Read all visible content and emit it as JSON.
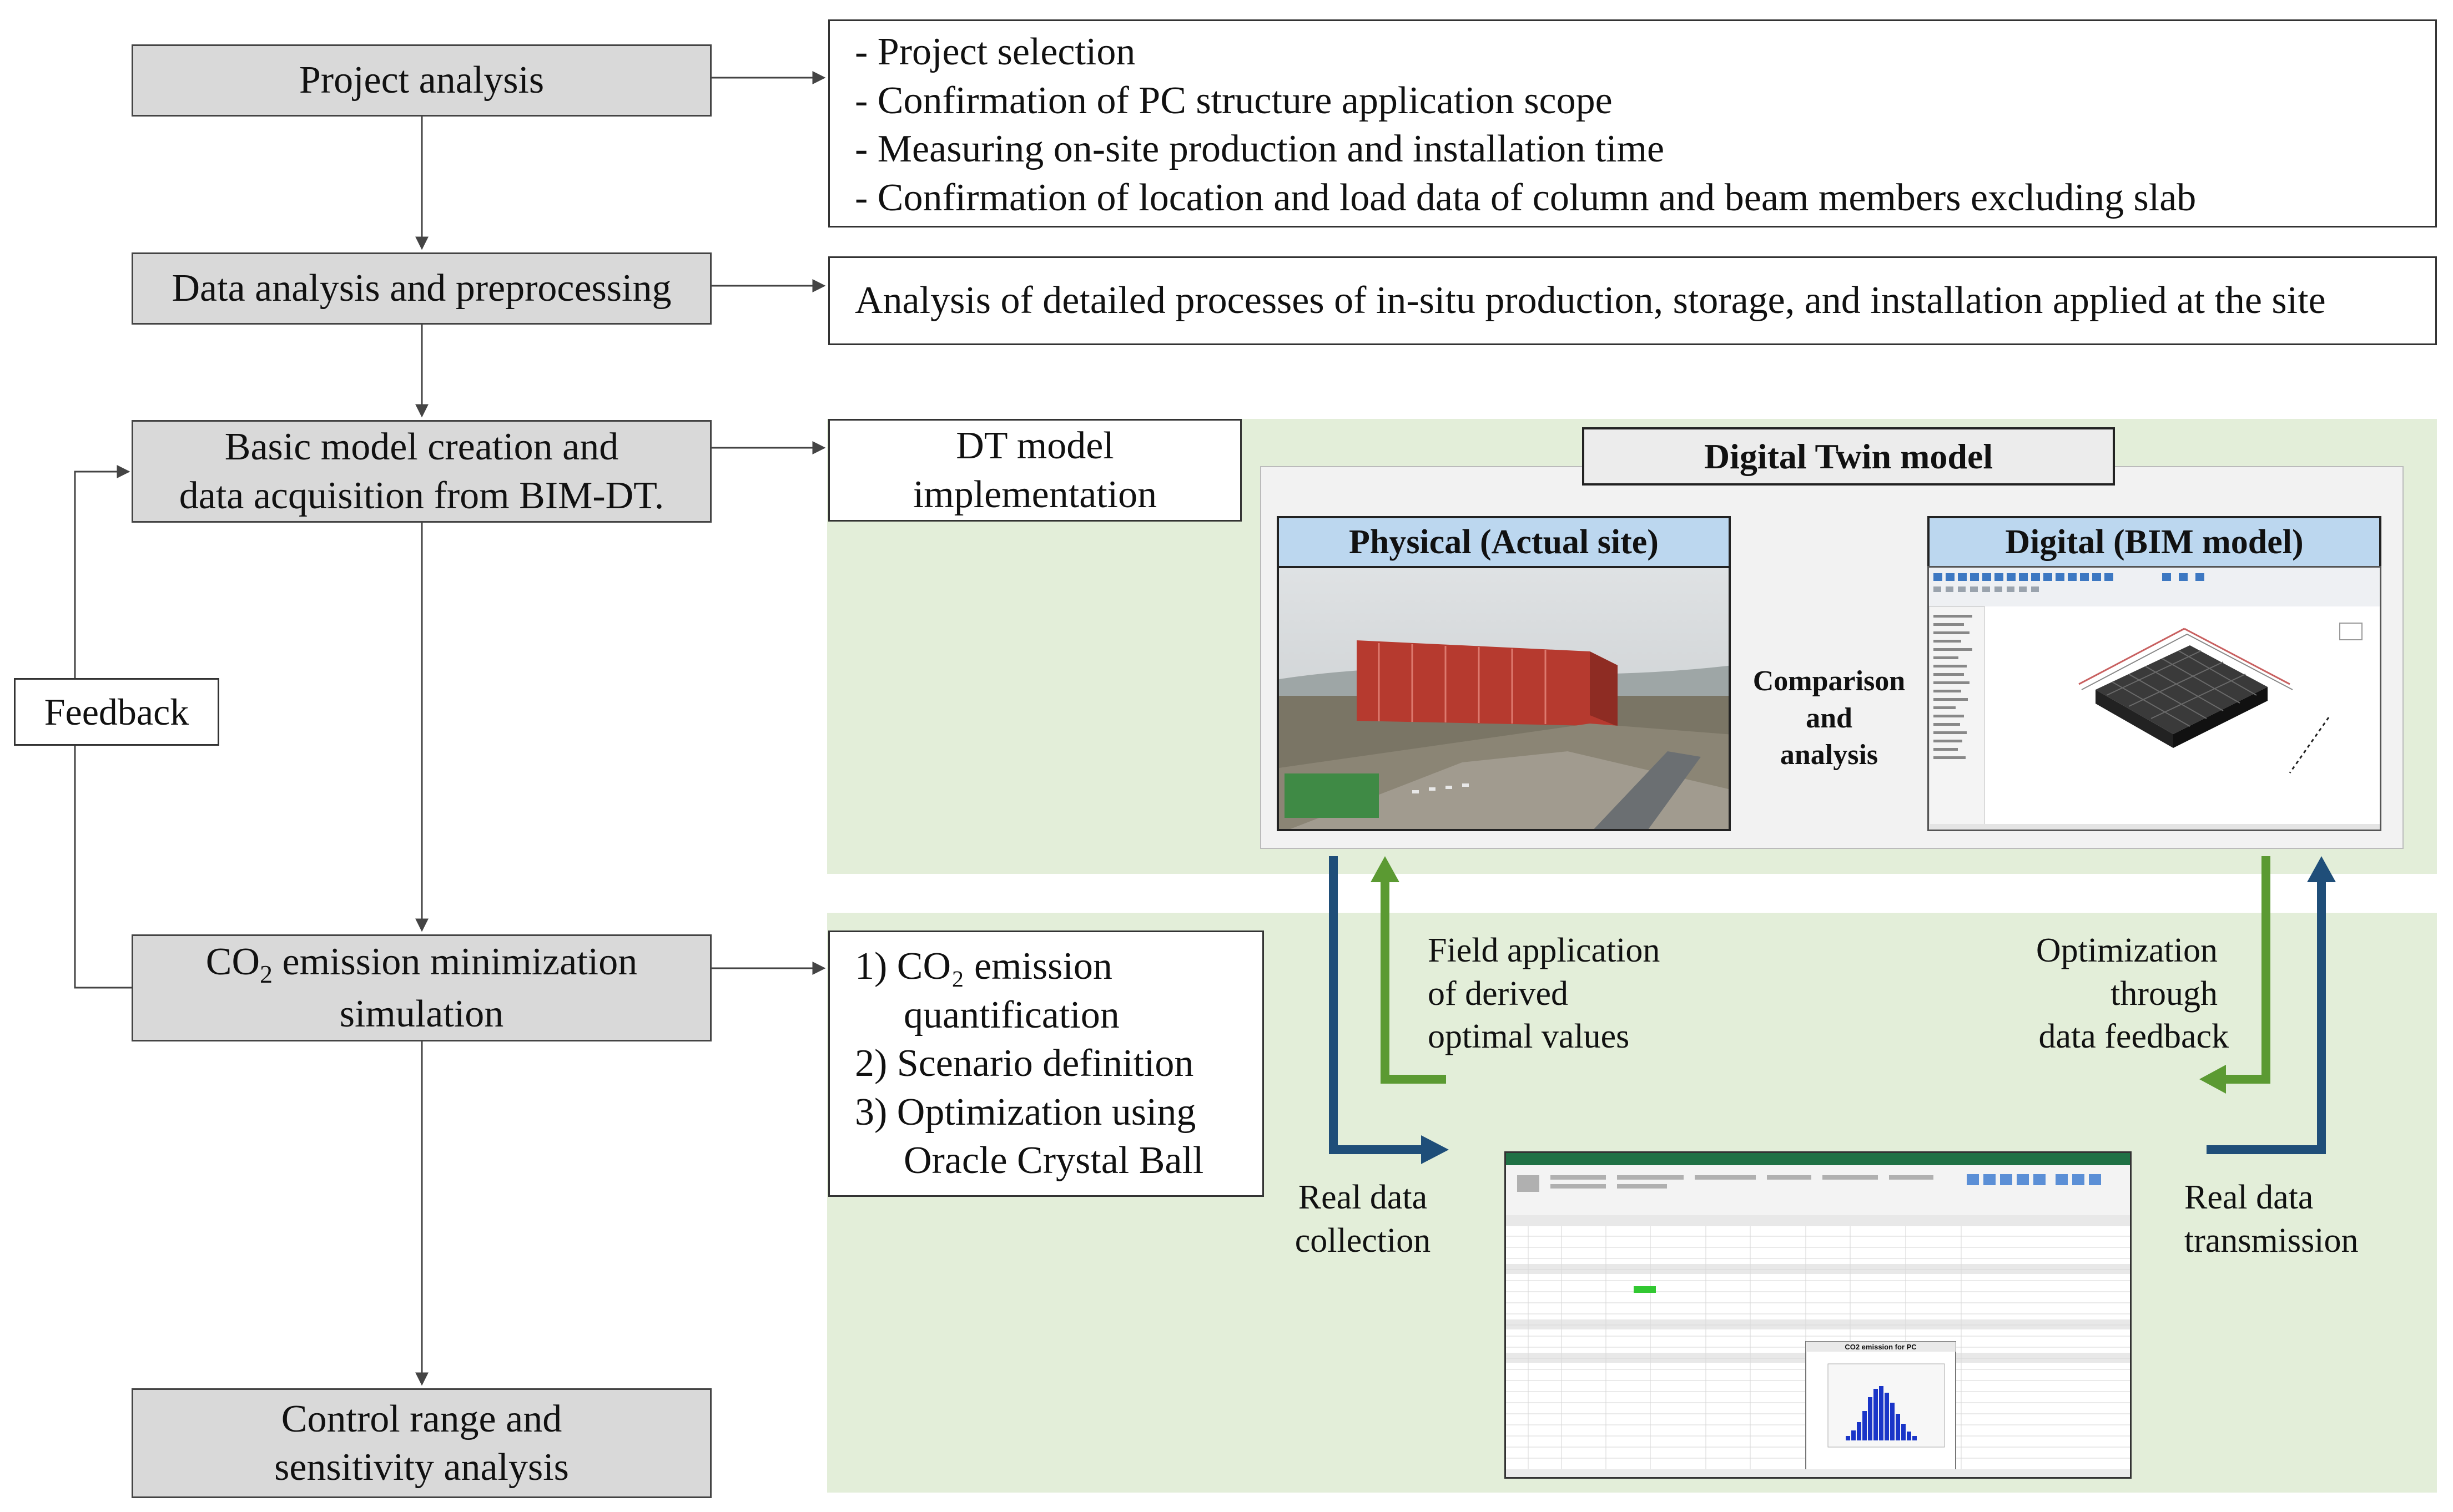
{
  "left_flow": {
    "project_analysis": "Project analysis",
    "data_analysis": "Data analysis and preprocessing",
    "basic_model_line1": "Basic model creation and",
    "basic_model_line2": "data acquisition from BIM-DT.",
    "co2_sim_prefix": "CO",
    "co2_sim_sub": "2",
    "co2_sim_suffix": " emission minimization",
    "co2_sim_line2": "simulation",
    "control_line1": "Control range and",
    "control_line2": "sensitivity analysis",
    "feedback": "Feedback"
  },
  "project_details": [
    "- Project selection",
    "- Confirmation of PC structure application scope",
    "- Measuring on-site production and installation time",
    "- Confirmation of location and load data of column and beam members excluding slab"
  ],
  "data_details": "Analysis of detailed processes of in-situ production, storage, and installation applied at the site",
  "dt_model": {
    "line1": "DT model",
    "line2": "implementation"
  },
  "simulation_steps": [
    "1) CO₂ emission",
    "quantification",
    "2) Scenario definition",
    "3) Optimization using",
    "Oracle Crystal Ball"
  ],
  "digital_twin": {
    "title": "Digital Twin model",
    "physical_title": "Physical (Actual site)",
    "digital_title": "Digital (BIM model)",
    "comparison": [
      "Comparison",
      "and",
      "analysis"
    ]
  },
  "flows": {
    "field_application": [
      "Field application",
      "of derived",
      "optimal values"
    ],
    "optimization_feedback": [
      "Optimization",
      "through",
      "data feedback"
    ],
    "real_data_collection": [
      "Real data",
      "collection"
    ],
    "real_data_transmission": [
      "Real data",
      "transmission"
    ]
  },
  "excel": {
    "chart_title": "CO2 emission for PC"
  },
  "colors": {
    "gray_box": "#d9d9d9",
    "green_panel": "#e3eed9",
    "title_blue": "#bcd7ef",
    "arrow_navy": "#1f4e79",
    "arrow_green": "#5b9a32"
  }
}
